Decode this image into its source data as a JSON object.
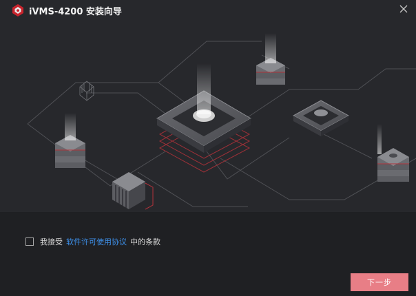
{
  "window": {
    "title": "iVMS-4200 安装向导",
    "close_icon": "close-icon",
    "logo_icon": "hikvision-logo-icon"
  },
  "license": {
    "prefix": "我接受",
    "link_text": "软件许可使用协议",
    "suffix": "中的条款",
    "checked": false
  },
  "actions": {
    "next_label": "下一步"
  },
  "colors": {
    "background": "#1e1f22",
    "hero": "#27282c",
    "accent_button": "#e87e86",
    "link": "#3d8fe8"
  }
}
